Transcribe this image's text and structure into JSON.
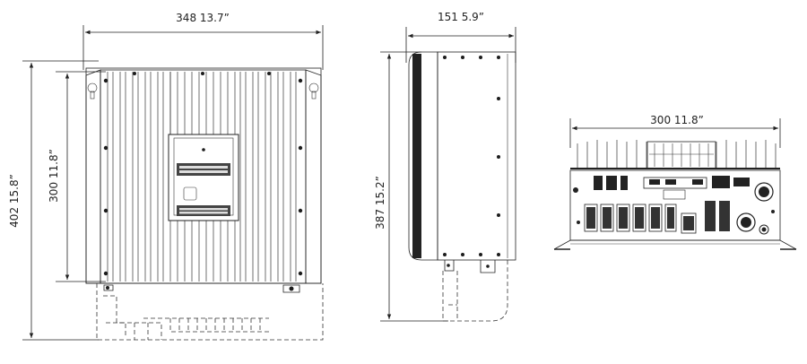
{
  "views": {
    "front": {
      "width_label": "348  13.7”",
      "outer_height_label": "402  15.8”",
      "inner_height_label": "300  11.8”"
    },
    "side": {
      "depth_label": "151  5.9”",
      "height_label": "387  15.2”"
    },
    "bottom": {
      "width_label": "300  11.8”"
    }
  }
}
